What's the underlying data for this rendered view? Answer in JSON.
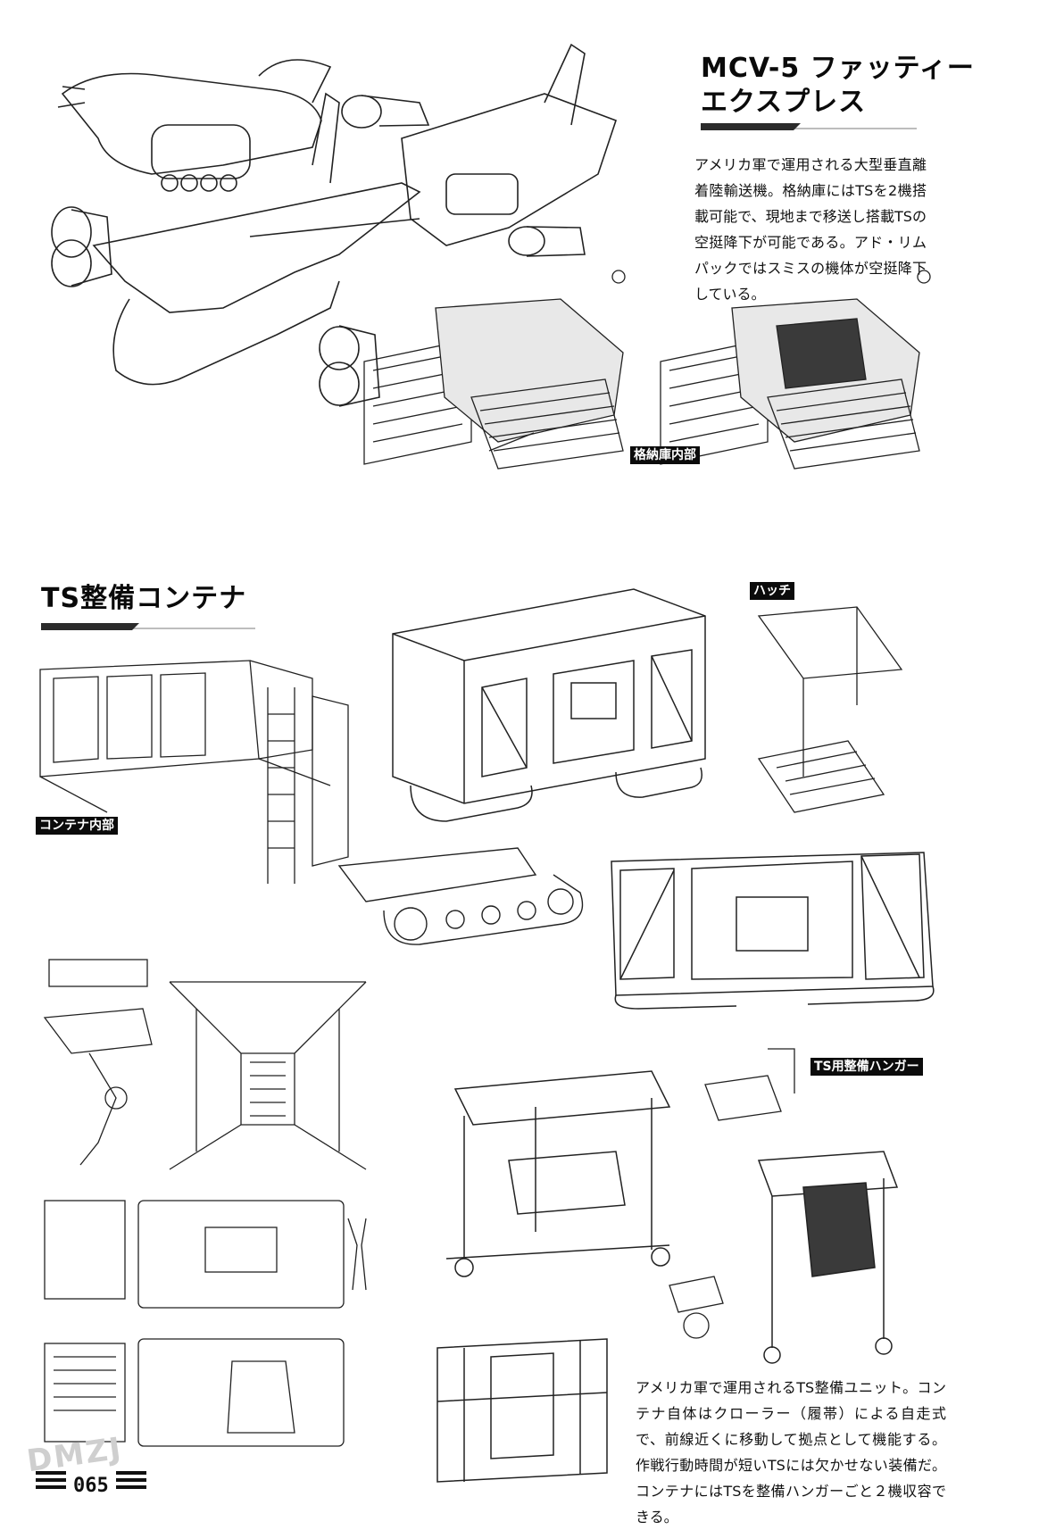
{
  "mcv": {
    "title_line1": "MCV-5 ファッティー",
    "title_line2": "エクスプレス",
    "description": "アメリカ軍で運用される大型垂直離着陸輸送機。格納庫にはTSを2機搭載可能で、現地まで移送し搭載TSの空挺降下が可能である。アド・リムパックではスミスの機体が空挺降下している。",
    "hangar_label": "格納庫内部"
  },
  "ts_container": {
    "title": "TS整備コンテナ",
    "interior_label": "コンテナ内部",
    "hatch_label": "ハッチ",
    "hanger_label": "TS用整備ハンガー",
    "description": "アメリカ軍で運用されるTS整備ユニット。コンテナ自体はクローラー（履帯）による自走式で、前線近くに移動して拠点として機能する。作戦行動時間が短いTSには欠かせない装備だ。コンテナにはTSを整備ハンガーごと２機収容できる。"
  },
  "footer": {
    "page_number": "065",
    "watermark": "DMZJ"
  },
  "colors": {
    "ink": "#111111",
    "tag_bg": "#0b0b0b",
    "rule_thick": "#2b2b2b",
    "rule_thin": "#bdbdbd"
  }
}
